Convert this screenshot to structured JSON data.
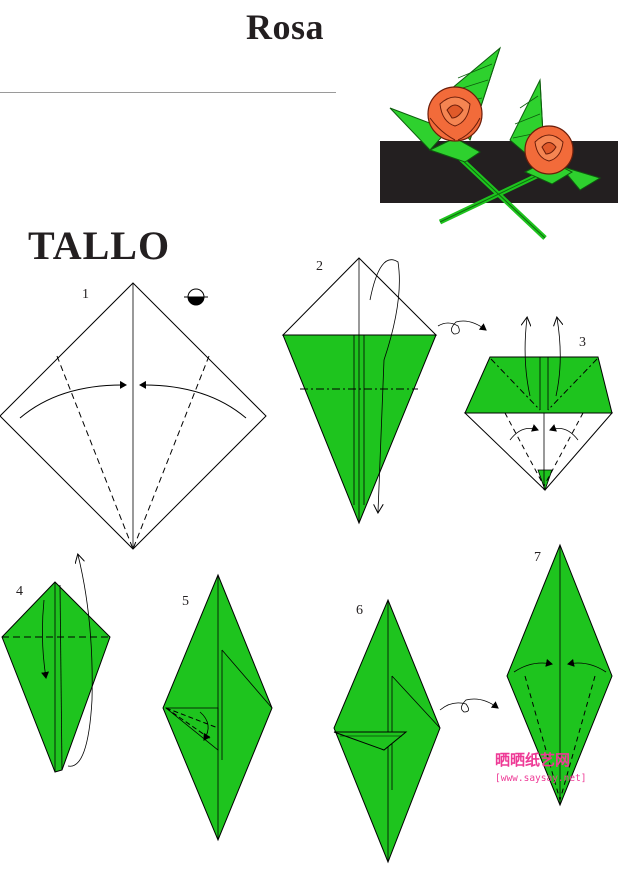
{
  "title": "Rosa",
  "section": "TALLO",
  "steps": [
    "1",
    "2",
    "3",
    "4",
    "5",
    "6",
    "7"
  ],
  "watermark": {
    "chinese": "晒晒纸艺网",
    "url": "[www.saysay.net]",
    "colors": [
      "#ff2f8f",
      "#ff4fa0",
      "#d85fb0",
      "#e0379a",
      "#c2458f"
    ]
  },
  "colors": {
    "paper_green": "#1ec41e",
    "line": "#000000",
    "rose": "#f26b3a",
    "band": "#231f20"
  },
  "icons": [
    "valley-fold-arrow",
    "mountain-fold-arrow",
    "turn-over-arrow",
    "flip-symbol"
  ]
}
